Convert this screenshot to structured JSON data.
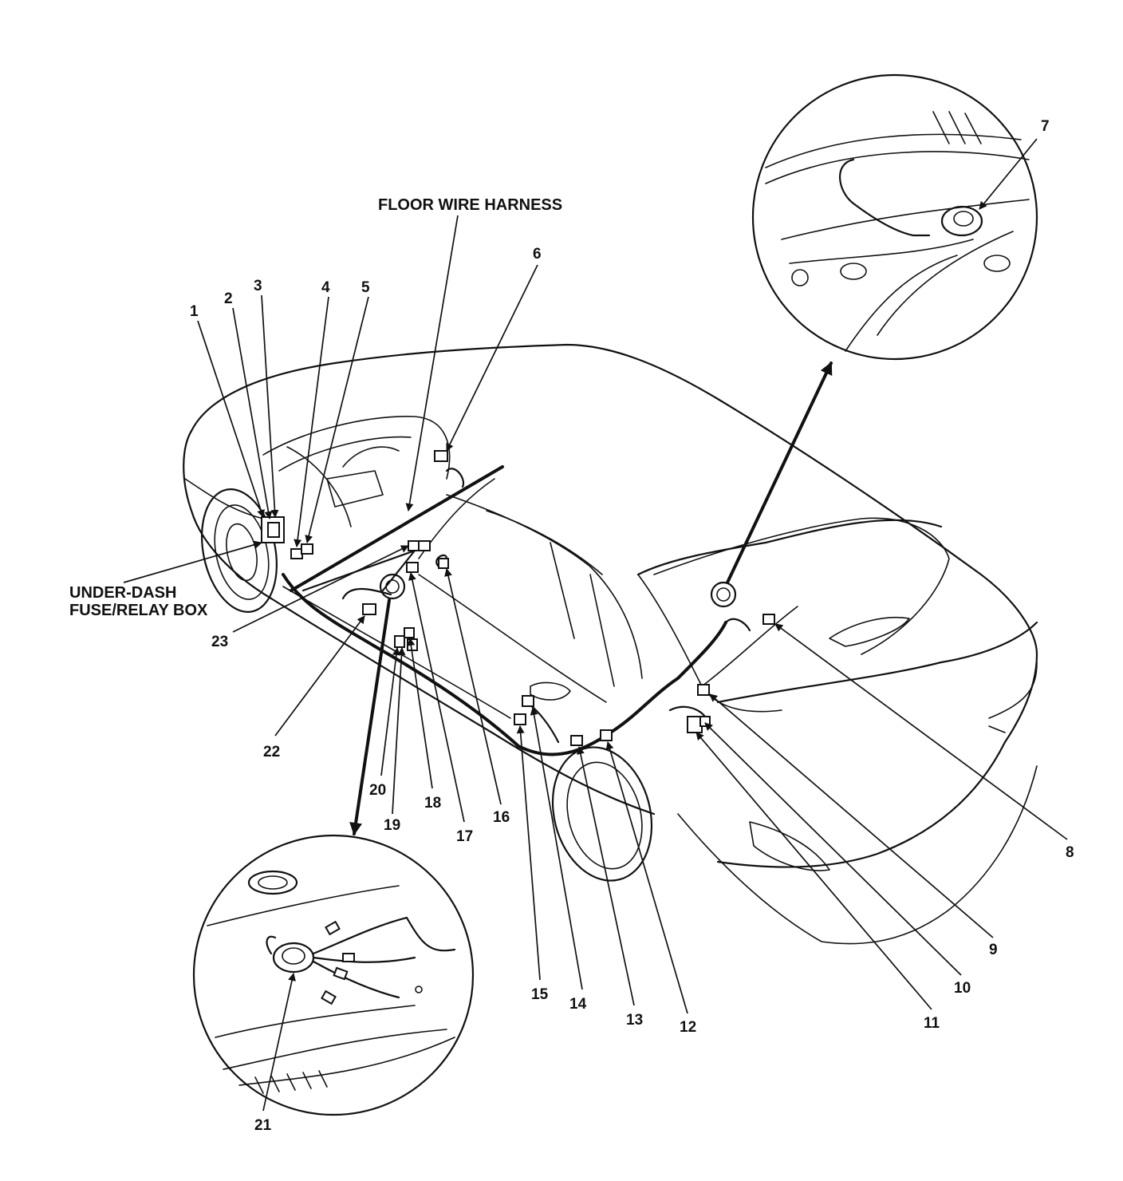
{
  "callouts": {
    "c1": "1",
    "c2": "2",
    "c3": "3",
    "c4": "4",
    "c5": "5",
    "c6": "6",
    "c7": "7",
    "c8": "8",
    "c9": "9",
    "c10": "10",
    "c11": "11",
    "c12": "12",
    "c13": "13",
    "c14": "14",
    "c15": "15",
    "c16": "16",
    "c17": "17",
    "c18": "18",
    "c19": "19",
    "c20": "20",
    "c21": "21",
    "c22": "22",
    "c23": "23"
  },
  "labels": {
    "floor_harness": "FLOOR WIRE HARNESS",
    "fuse_box_line1": "UNDER-DASH",
    "fuse_box_line2": "FUSE/RELAY BOX"
  }
}
